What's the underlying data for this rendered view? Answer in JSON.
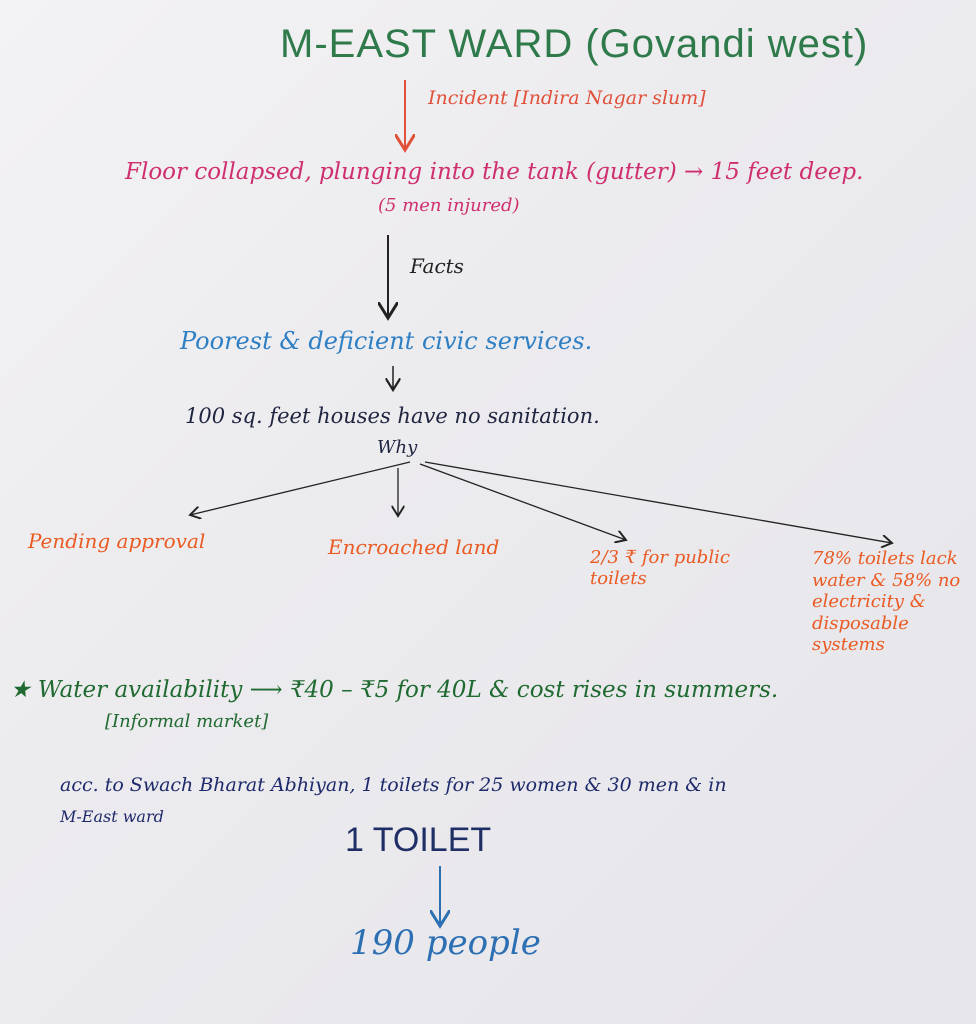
{
  "title": "M-EAST WARD (Govandi west)",
  "incident": "Incident [Indira Nagar slum]",
  "event": {
    "line": "Floor collapsed, plunging into the tank (gutter) → 15 feet deep.",
    "injured": "(5 men injured)"
  },
  "facts_label": "Facts",
  "poorest": "Poorest & deficient civic services.",
  "houses": "100 sq. feet houses have no sanitation.",
  "why": "Why",
  "reasons": [
    "Pending approval",
    "Encroached land",
    "2/3 ₹ for public toilets",
    "78% toilets lack water & 58% no electricity & disposable systems"
  ],
  "water": {
    "line": "★ Water availability ⟶ ₹40 – ₹5 for 40L & cost rises in summers.",
    "note": "[Informal market]"
  },
  "swach": {
    "line": "acc. to Swach Bharat Abhiyan, 1 toilets for 25 women & 30 men & in",
    "line2": "M-East ward"
  },
  "toilet": "1 TOILET",
  "people": "190 people",
  "colors": {
    "green": "#2f7a4a",
    "pink": "#cf2f6f",
    "blue": "#2e7fc4",
    "orange": "#ea5a22",
    "navy": "#1e2a6b"
  }
}
